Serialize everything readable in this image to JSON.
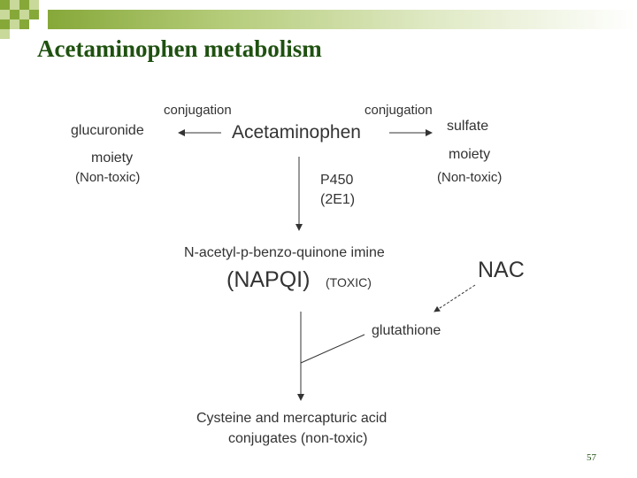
{
  "slide": {
    "title": "Acetaminophen metabolism",
    "page_number": "57",
    "accent_colors": [
      "#86a839",
      "#c8d99a",
      "#1f5110"
    ]
  },
  "diagram": {
    "center": "Acetaminophen",
    "left_path": {
      "arrow_label": "conjugation",
      "product_line1": "glucuronide",
      "product_line2": "moiety",
      "note": "(Non-toxic)"
    },
    "right_path": {
      "arrow_label": "conjugation",
      "product_line1": "sulfate",
      "product_line2": "moiety",
      "note": "(Non-toxic)"
    },
    "enzyme": {
      "line1": "P450",
      "line2": "(2E1)"
    },
    "intermediate": {
      "full_name": "N-acetyl-p-benzo-quinone imine",
      "abbrev": "(NAPQI)",
      "toxicity": "(TOXIC)"
    },
    "antidote": "NAC",
    "cofactor": "glutathione",
    "final_product": {
      "line1": "Cysteine and mercapturic acid",
      "line2": "conjugates (non-toxic)"
    }
  }
}
